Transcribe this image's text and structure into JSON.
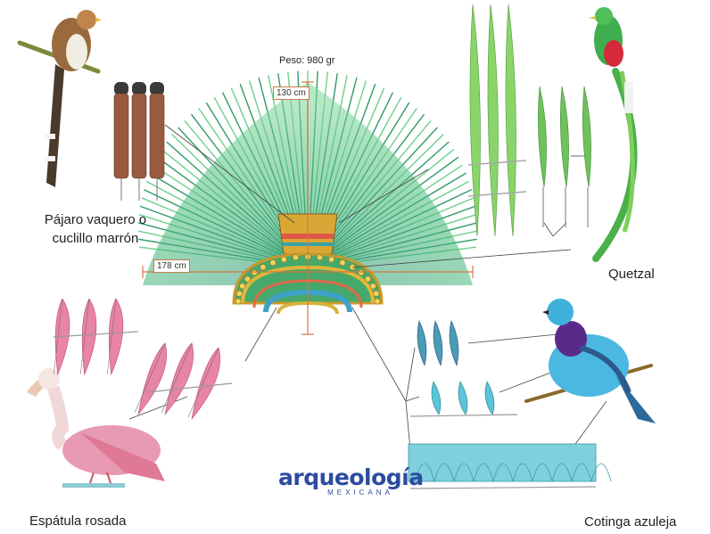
{
  "labels": {
    "cuckoo": [
      "Pájaro vaquero o",
      "cuclillo marrón"
    ],
    "quetzal": "Quetzal",
    "spoonbill": "Espátula rosada",
    "cotinga": "Cotinga azuleja"
  },
  "measurements": {
    "weight": "Peso: 980 gr",
    "height": "130 cm",
    "width": "178 cm"
  },
  "logo": {
    "name": "arqueología",
    "subtitle": "MEXICANA"
  },
  "colors": {
    "green_feather": "#3fae6e",
    "quetzal_green": "#5fbf4a",
    "gold": "#d9b23a",
    "cotinga_blue": "#4ab8c9",
    "spoonbill_pink": "#e37aa0",
    "brown": "#8a5a3c",
    "measure_line": "#d4773f",
    "brand_blue": "#2d4ba0"
  }
}
